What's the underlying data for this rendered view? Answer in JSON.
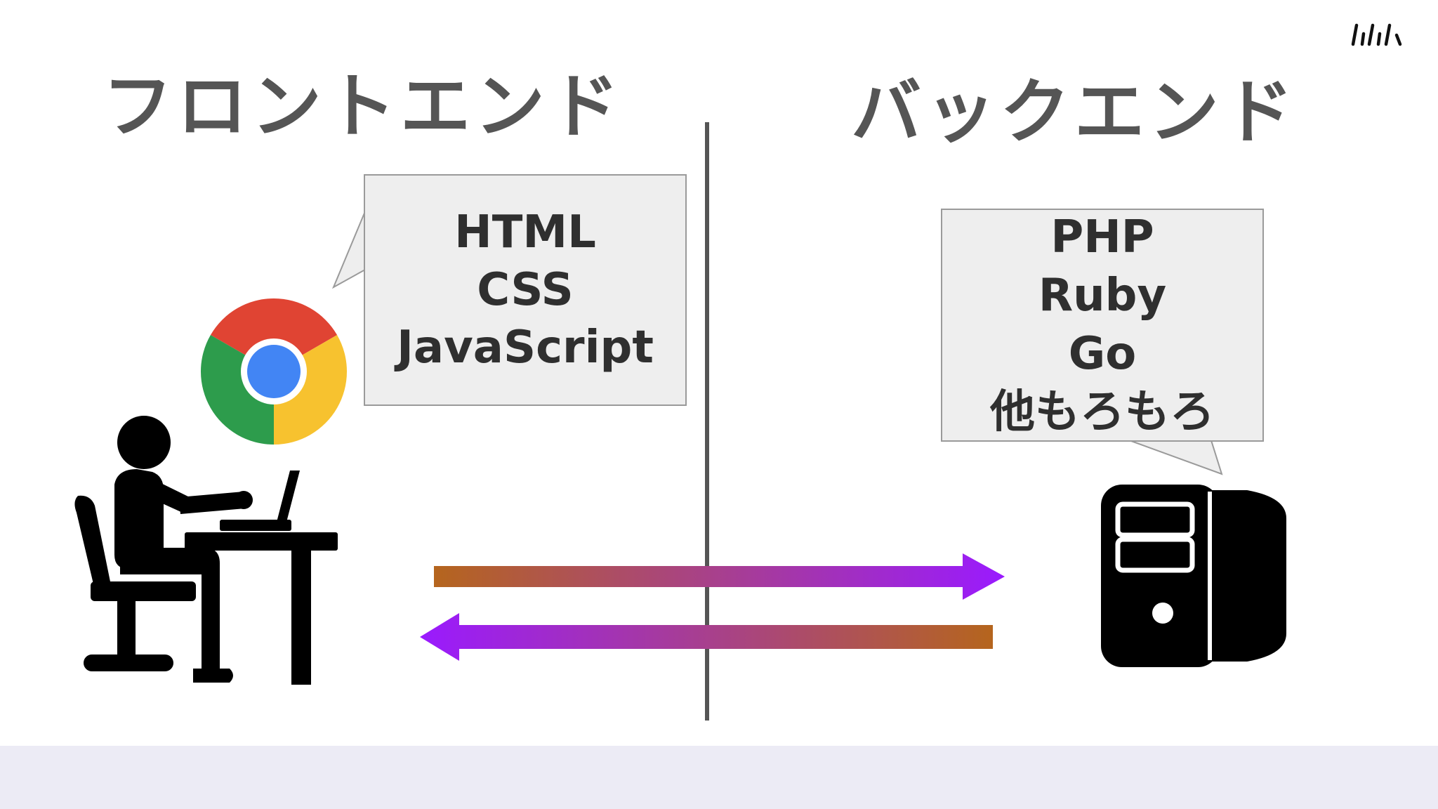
{
  "logo": {
    "text": "lılıʌ"
  },
  "frontend": {
    "heading": "フロントエンド",
    "bubble_lines": [
      "HTML",
      "CSS",
      "JavaScript"
    ]
  },
  "backend": {
    "heading": "バックエンド",
    "bubble_lines": [
      "PHP",
      "Ruby",
      "Go",
      "他もろもろ"
    ]
  },
  "icons": [
    "browser-icon",
    "person-at-desk-icon",
    "server-icon"
  ],
  "colors": {
    "heading_text": "#555555",
    "bubble_fill": "#eeeeee",
    "arrow_orange": "#b5651d",
    "arrow_purple": "#9a1aff",
    "bottom_band": "#ecebf5"
  }
}
